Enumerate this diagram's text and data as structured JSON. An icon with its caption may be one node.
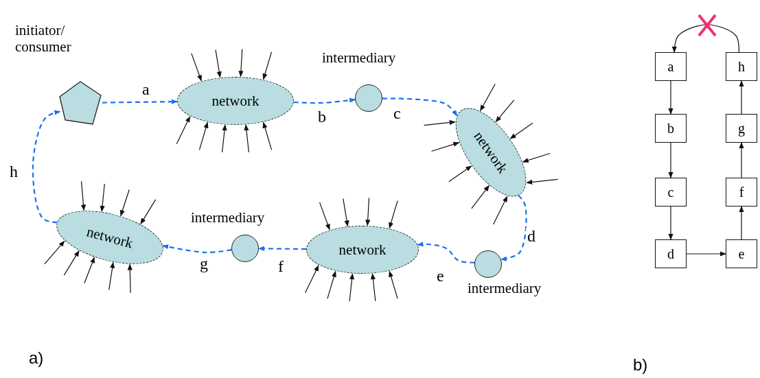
{
  "diagram": {
    "nodes": [
      {
        "text": [],
        "shape": "pentagon",
        "beside": [
          "initiator/ consumer"
        ]
      },
      {
        "text": [
          "network"
        ]
      },
      {
        "text": [],
        "shape": "circle",
        "beside": [
          "intermediary"
        ]
      },
      {
        "text": [
          "network"
        ]
      },
      {
        "text": [],
        "shape": "circle",
        "beside": [
          "intermediary"
        ]
      },
      {
        "text": [
          "network"
        ]
      },
      {
        "text": [],
        "shape": "circle",
        "beside": [
          "intermediary"
        ]
      },
      {
        "text": [
          "network"
        ]
      },
      {
        "text": [
          "a"
        ]
      },
      {
        "text": [
          "b"
        ]
      },
      {
        "text": [
          "c"
        ]
      },
      {
        "text": [
          "d"
        ]
      },
      {
        "text": [
          "e"
        ]
      },
      {
        "text": [
          "f"
        ]
      },
      {
        "text": [
          "g"
        ]
      },
      {
        "text": [
          "h"
        ]
      }
    ],
    "edges": [
      {
        "from": 0,
        "to": 1,
        "arrow": "to",
        "label": "a",
        "style": "dashed",
        "color": "#1a6ff0"
      },
      {
        "from": 1,
        "to": 2,
        "arrow": "to",
        "label": "b",
        "style": "dashed",
        "color": "#1a6ff0"
      },
      {
        "from": 2,
        "to": 3,
        "arrow": "to",
        "label": "c",
        "style": "dashed",
        "color": "#1a6ff0"
      },
      {
        "from": 3,
        "to": 4,
        "arrow": "to",
        "label": "d",
        "style": "dashed",
        "color": "#1a6ff0"
      },
      {
        "from": 4,
        "to": 5,
        "arrow": "to",
        "label": "e",
        "style": "dashed",
        "color": "#1a6ff0"
      },
      {
        "from": 5,
        "to": 6,
        "arrow": "to",
        "label": "f",
        "style": "dashed",
        "color": "#1a6ff0"
      },
      {
        "from": 6,
        "to": 7,
        "arrow": "to",
        "label": "g",
        "style": "dashed",
        "color": "#1a6ff0"
      },
      {
        "from": 7,
        "to": 0,
        "arrow": "to",
        "label": "h",
        "style": "dashed",
        "color": "#1a6ff0"
      },
      {
        "from": 8,
        "to": 9,
        "arrow": "to",
        "color": "#111111"
      },
      {
        "from": 9,
        "to": 10,
        "arrow": "to",
        "color": "#111111"
      },
      {
        "from": 10,
        "to": 11,
        "arrow": "to",
        "color": "#111111"
      },
      {
        "from": 11,
        "to": 12,
        "arrow": "to",
        "color": "#111111"
      },
      {
        "from": 12,
        "to": 13,
        "arrow": "to",
        "color": "#111111"
      },
      {
        "from": 13,
        "to": 14,
        "arrow": "to",
        "color": "#111111"
      },
      {
        "from": 14,
        "to": 15,
        "arrow": "to",
        "color": "#111111"
      },
      {
        "from": 15,
        "to": 8,
        "arrow": "to",
        "color": "#111111"
      }
    ],
    "labels": [
      "a)",
      "b)"
    ]
  }
}
